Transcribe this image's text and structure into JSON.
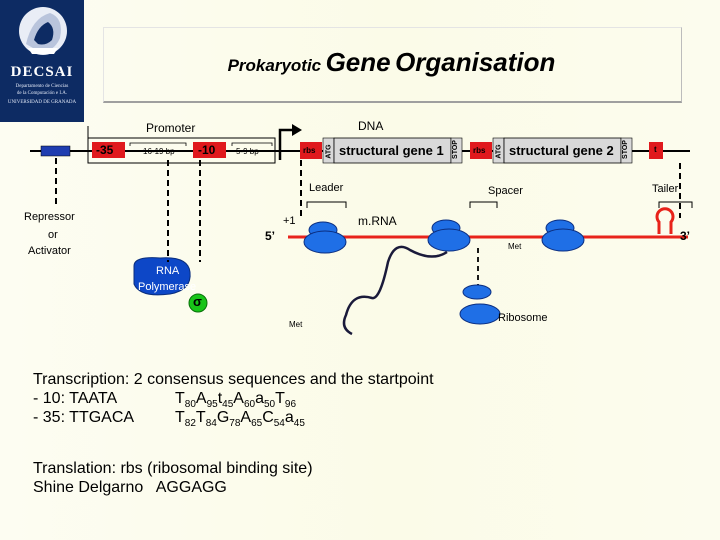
{
  "logo": {
    "brand": "DECSAI",
    "line1": "Departamento de Ciencias",
    "line2": "de la Computación e I.A.",
    "line3": "UNIVERSIDAD DE GRANADA"
  },
  "title": {
    "word1": "Prokaryotic",
    "word2": "Gene",
    "word3": "Organisation"
  },
  "diagram": {
    "promoter_label": "Promoter",
    "dna_label": "DNA",
    "minus35": "-35",
    "spacer1": "16-19 bp",
    "minus10": "-10",
    "spacer2": "5-9 bp",
    "rbs1": "rbs",
    "atg1": "ATG",
    "gene1": "structural gene 1",
    "stop1": "STOP",
    "rbs2": "rbs",
    "atg2": "ATG",
    "gene2": "structural gene 2",
    "stop2": "STOP",
    "t_label": "t",
    "leader_label": "Leader",
    "spacer_label": "Spacer",
    "tailer_label": "Tailer",
    "repressor_label": "Repressor",
    "or_label": "or",
    "activator_label": "Activator",
    "plus1": "+1",
    "five_prime": "5’",
    "mrna_label": "m.RNA",
    "three_prime": "3’",
    "met1": "Met",
    "met2": "Met",
    "rnapol_line1": "RNA",
    "rnapol_line2": "Polymerase",
    "sigma": "σ",
    "ribosome_label": "Ribosome",
    "colors": {
      "box_red": "#e0191d",
      "mrna_red": "#e8231b",
      "ribosome_blue": "#1f6fe6",
      "repressor_blue": "#1f3db0",
      "sigma_green": "#18c418",
      "gene_gray": "#d9d9d9"
    }
  },
  "text": {
    "transcription_label": "Transcription",
    "transcription_rest": ": 2 consensus sequences and the startpoint",
    "line_10_label": "- 10: TAATA",
    "line_35_label": "- 35: TTGACA",
    "seq10": [
      [
        "T",
        "80"
      ],
      [
        "A",
        "95"
      ],
      [
        "t",
        "45"
      ],
      [
        "A",
        "60"
      ],
      [
        "a",
        "50"
      ],
      [
        "T",
        "96"
      ]
    ],
    "seq35": [
      [
        "T",
        "82"
      ],
      [
        "T",
        "84"
      ],
      [
        "G",
        "78"
      ],
      [
        "A",
        "65"
      ],
      [
        "C",
        "54"
      ],
      [
        "a",
        "45"
      ]
    ],
    "translation_label": "Translation",
    "translation_rest": ": rbs (ribosomal binding site)",
    "shine_line": "Shine Delgarno   AGGAGG"
  }
}
